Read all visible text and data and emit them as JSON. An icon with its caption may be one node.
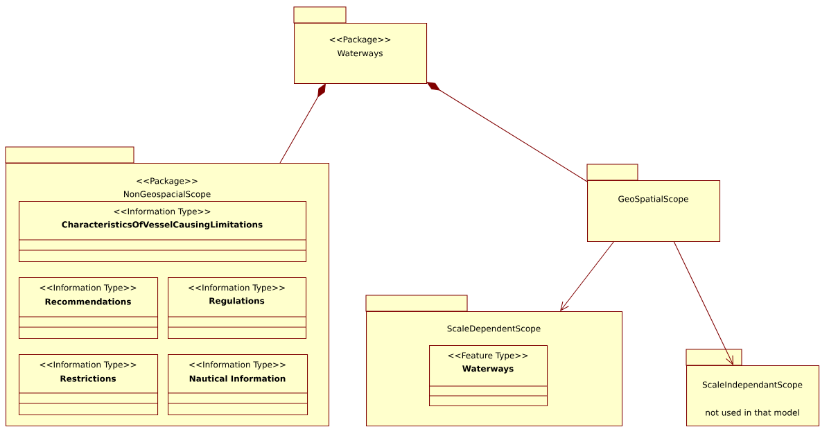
{
  "diagram": {
    "nodes": [
      {
        "text": [
          "<<Package>>",
          "Waterways"
        ]
      },
      {
        "text": [
          "<<Package>>",
          "NonGeospacialScope"
        ]
      },
      {
        "text": [
          "<<Information Type>>",
          "CharacteristicsOfVesselCausingLimitations"
        ],
        "in": 1
      },
      {
        "text": [
          "<<Information Type>>",
          "Recommendations"
        ],
        "in": 1
      },
      {
        "text": [
          "<<Information Type>>",
          "Regulations"
        ],
        "in": 1
      },
      {
        "text": [
          "<<Information Type>>",
          "Restrictions"
        ],
        "in": 1
      },
      {
        "text": [
          "<<Information Type>>",
          "Nautical Information"
        ],
        "in": 1
      },
      {
        "text": [
          "GeoSpatialScope"
        ]
      },
      {
        "text": [
          "ScaleDependentScope"
        ]
      },
      {
        "text": [
          "<<Feature Type>>",
          "Waterways"
        ],
        "in": 8
      },
      {
        "text": [
          "ScaleIndependantScope",
          "not used in that model"
        ]
      }
    ],
    "edges": [
      {
        "from": 0,
        "to": 1,
        "arrow": "other"
      },
      {
        "from": 0,
        "to": 7,
        "arrow": "other"
      },
      {
        "from": 7,
        "to": 8,
        "arrow": "to"
      },
      {
        "from": 7,
        "to": 10,
        "arrow": "to"
      }
    ]
  }
}
